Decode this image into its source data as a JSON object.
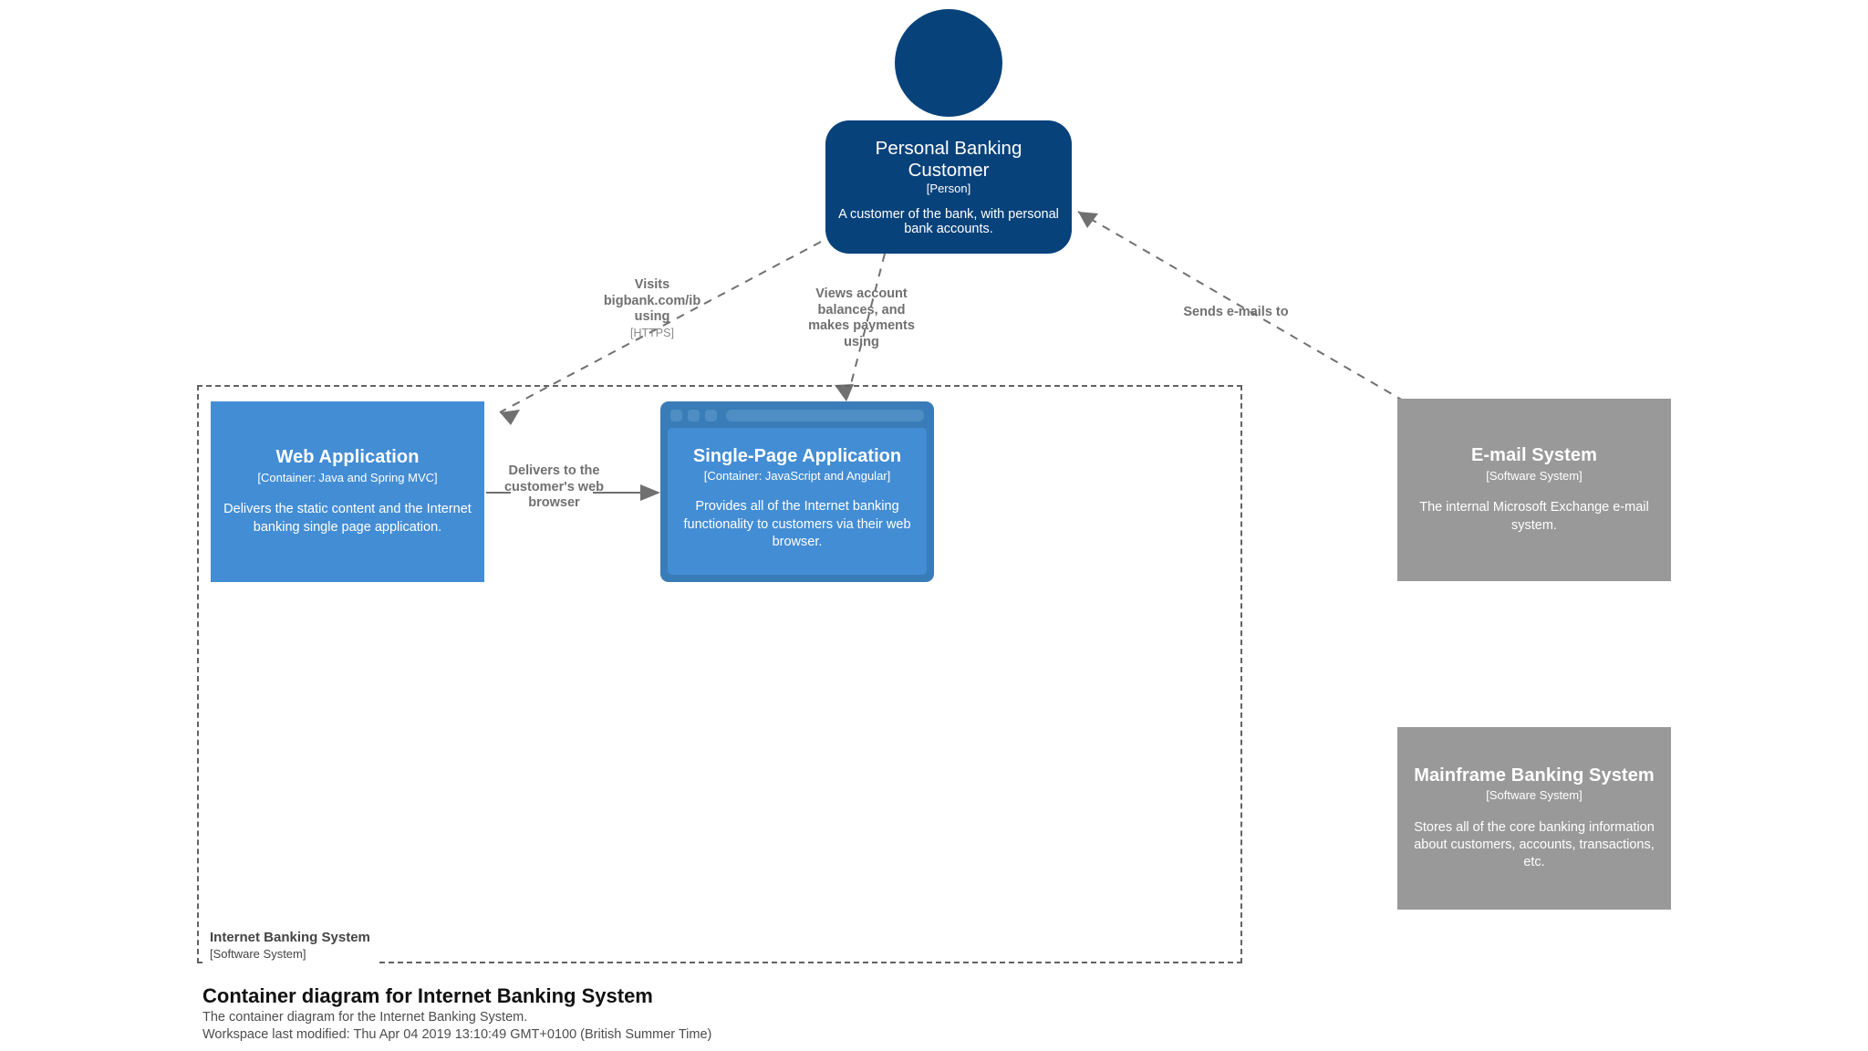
{
  "diagram": {
    "title": "Container diagram for Internet Banking System",
    "description": "The container diagram for the Internet Banking System.",
    "last_modified": "Workspace last modified: Thu Apr 04 2019 13:10:49 GMT+0100 (British Summer Time)"
  },
  "colors": {
    "person": "#08427b",
    "container": "#438dd5",
    "container_browser_chrome": "#3a7cb8",
    "external_system": "#999999",
    "relationship_line": "#707070",
    "boundary_line": "#626262",
    "canvas": "#ffffff"
  },
  "boundary": {
    "name": "Internet Banking System",
    "type": "[Software System]"
  },
  "nodes": {
    "person": {
      "name": "Personal Banking Customer",
      "type": "[Person]",
      "description": "A customer of the bank, with personal bank accounts."
    },
    "web_application": {
      "name": "Web Application",
      "type": "[Container: Java and Spring MVC]",
      "description": "Delivers the static content and the Internet banking single page application."
    },
    "single_page_application": {
      "name": "Single-Page Application",
      "type": "[Container: JavaScript and Angular]",
      "description": "Provides all of the Internet banking functionality to customers via their web browser."
    },
    "email_system": {
      "name": "E-mail System",
      "type": "[Software System]",
      "description": "The internal Microsoft Exchange e-mail system."
    },
    "mainframe_banking_system": {
      "name": "Mainframe Banking System",
      "type": "[Software System]",
      "description": "Stores all of the core banking information about customers, accounts, transactions, etc."
    }
  },
  "relationships": {
    "visits_web_app": {
      "label": "Visits bigbank.com/ib using",
      "technology": "[HTTPS]"
    },
    "views_balances": {
      "label": "Views account balances, and makes payments using",
      "technology": ""
    },
    "sends_emails": {
      "label": "Sends e-mails to",
      "technology": ""
    },
    "delivers_spa": {
      "label": "Delivers to the customer's web browser",
      "technology": ""
    }
  }
}
